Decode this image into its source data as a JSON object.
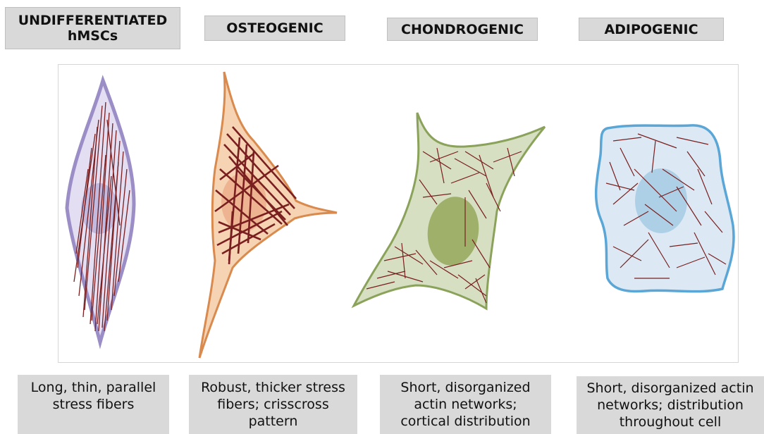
{
  "headers": {
    "undifferentiated": "UNDIFFERENTIATED\nhMSCs",
    "osteogenic": "OSTEOGENIC",
    "chondrogenic": "CHONDROGENIC",
    "adipogenic": "ADIPOGENIC"
  },
  "captions": {
    "undifferentiated": "Long, thin, parallel\nstress fibers",
    "osteogenic": "Robust, thicker stress\nfibers; crisscross\npattern",
    "chondrogenic": "Short, disorganized\nactin networks;\ncortical distribution",
    "adipogenic": "Short, disorganized actin\nnetworks; distribution\nthroughout cell"
  },
  "colors": {
    "header_bg": "#d9d9d9",
    "fiber": "#7a1f1f",
    "msc_membrane": "#9b8ec7",
    "msc_fill": "#e4def2",
    "osteo_membrane": "#d98a4e",
    "osteo_fill": "#f6d3b2",
    "chondro_membrane": "#8aa25a",
    "chondro_fill": "#d7dfc2",
    "adipo_membrane": "#5aa6d6",
    "adipo_fill": "#dce9f4"
  }
}
